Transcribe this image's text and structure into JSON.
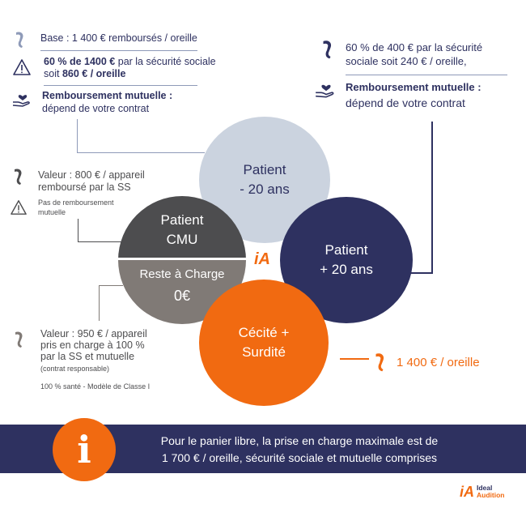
{
  "left_top": {
    "base": "Base : 1 400 € remboursés / oreille",
    "ss_line1_bold": "60 % de 1400 €",
    "ss_line1_rest": " par la sécurité sociale",
    "ss_line2_pre": "soit ",
    "ss_line2_bold": "860 € / oreille",
    "mutuelle_title": "Remboursement mutuelle :",
    "mutuelle_text": "dépend de votre contrat"
  },
  "right_top": {
    "ss_line1": "60 % de 400 € par la sécurité",
    "ss_line2": "sociale soit 240 € / oreille,",
    "mutuelle_title": "Remboursement mutuelle :",
    "mutuelle_text": "dépend de votre contrat"
  },
  "cmu_info": {
    "line1": "Valeur : 800 € / appareil",
    "line2": "remboursé par la SS",
    "note1": "Pas de remboursement",
    "note2": "mutuelle"
  },
  "rac_info": {
    "line1": "Valeur : 950 € / appareil",
    "line2": "pris en charge à 100 %",
    "line3": "par la SS et mutuelle",
    "line4": "(contrat responsable)",
    "line5": "100 % santé - Modèle de Classe I"
  },
  "cecite_info": {
    "text": "1 400 € / oreille"
  },
  "circles": {
    "patient_minus_l1": "Patient",
    "patient_minus_l2": "- 20 ans",
    "patient_plus_l1": "Patient",
    "patient_plus_l2": "+ 20 ans",
    "cmu_l1": "Patient",
    "cmu_l2": "CMU",
    "rac_l1": "Reste à Charge",
    "rac_l2": "0€",
    "cecite_l1": "Cécité +",
    "cecite_l2": "Surdité"
  },
  "center_logo": "iA",
  "banner": {
    "info_glyph": "i",
    "line1": "Pour le panier libre, la prise en charge maximale est de",
    "line2": "1 700 € / oreille, sécurité sociale et mutuelle comprises"
  },
  "brand": {
    "mark": "iA",
    "name1": "Ideal",
    "name2": "Audition"
  },
  "colors": {
    "navy": "#2e3160",
    "orange": "#f16a11",
    "light": "#cbd3df",
    "gray": "#807a76",
    "dark_gray": "#4d4d4f"
  }
}
